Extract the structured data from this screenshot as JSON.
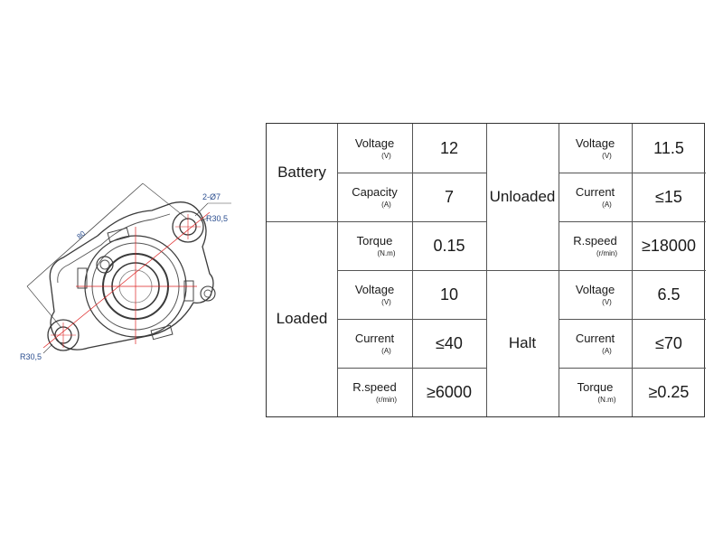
{
  "drawing": {
    "labels": {
      "holes": "2-Ø7",
      "radius_top": "R30,5",
      "radius_bottom": "R30,5",
      "span": "80"
    }
  },
  "table": {
    "groups": {
      "battery": "Battery",
      "loaded": "Loaded",
      "unloaded": "Unloaded",
      "halt": "Halt"
    },
    "battery": [
      {
        "name": "Voltage",
        "unit": "(V)",
        "value": "12"
      },
      {
        "name": "Capacity",
        "unit": "(A)",
        "value": "7"
      }
    ],
    "loaded": [
      {
        "name": "Torque",
        "unit": "(N.m)",
        "value": "0.15"
      },
      {
        "name": "Voltage",
        "unit": "(V)",
        "value": "10"
      },
      {
        "name": "Current",
        "unit": "(A)",
        "value": "≤40"
      },
      {
        "name": "R.speed",
        "unit": "(r/min)",
        "value": "≥6000"
      }
    ],
    "unloaded": [
      {
        "name": "Voltage",
        "unit": "(V)",
        "value": "11.5"
      },
      {
        "name": "Current",
        "unit": "(A)",
        "value": "≤15"
      },
      {
        "name": "R.speed",
        "unit": "(r/min)",
        "value": "≥18000"
      }
    ],
    "halt": [
      {
        "name": "Voltage",
        "unit": "(V)",
        "value": "6.5"
      },
      {
        "name": "Current",
        "unit": "(A)",
        "value": "≤70"
      },
      {
        "name": "Torque",
        "unit": "(N.m)",
        "value": "≥0.25"
      }
    ]
  }
}
